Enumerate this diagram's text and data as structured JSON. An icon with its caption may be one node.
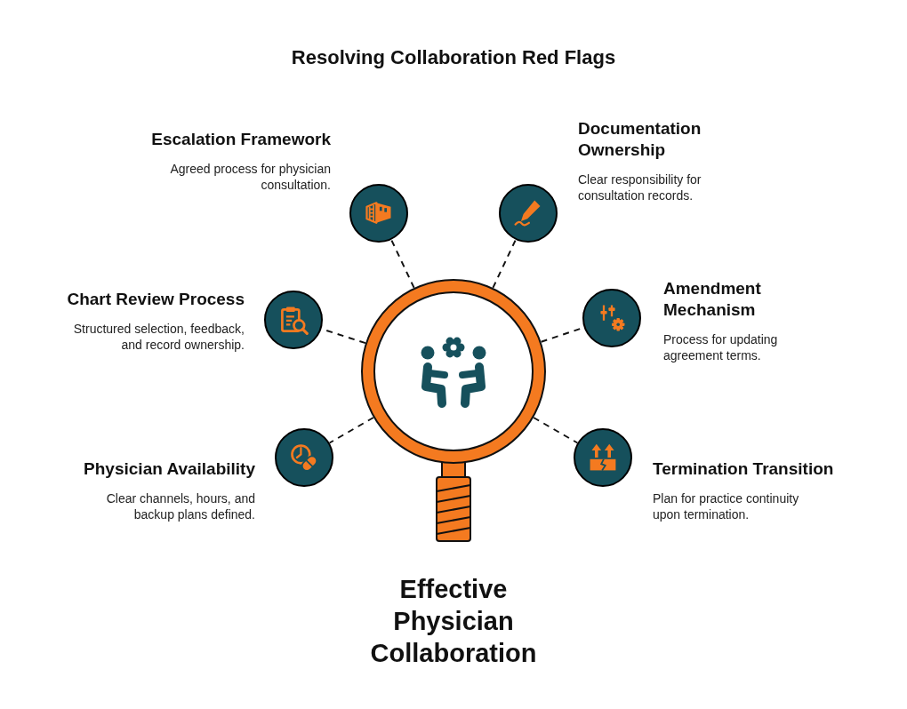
{
  "diagram": {
    "title": "Resolving Collaboration Red Flags",
    "nodes": [
      {
        "text": [],
        "shape": "circle"
      },
      {
        "text": [],
        "shape": "circle",
        "beside": [
          "Escalation Framework",
          "Agreed process for physician consultation."
        ]
      },
      {
        "text": [],
        "shape": "circle",
        "beside": [
          "Documentation Ownership",
          "Clear responsibility for consultation records."
        ]
      },
      {
        "text": [],
        "shape": "circle",
        "beside": [
          "Chart Review Process",
          "Structured selection, feedback, and record ownership."
        ]
      },
      {
        "text": [],
        "shape": "circle",
        "beside": [
          "Amendment Mechanism",
          "Process for updating agreement terms."
        ]
      },
      {
        "text": [],
        "shape": "circle",
        "beside": [
          "Physician Availability",
          "Clear channels, hours, and backup plans defined."
        ]
      },
      {
        "text": [],
        "shape": "circle",
        "beside": [
          "Termination Transition",
          "Plan for practice continuity upon termination."
        ]
      }
    ],
    "edges": [
      {
        "from": 0,
        "to": 1,
        "arrow": "none",
        "style": "dashed"
      },
      {
        "from": 0,
        "to": 2,
        "arrow": "none",
        "style": "dashed"
      },
      {
        "from": 0,
        "to": 3,
        "arrow": "none",
        "style": "dashed"
      },
      {
        "from": 0,
        "to": 4,
        "arrow": "none",
        "style": "dashed"
      },
      {
        "from": 0,
        "to": 5,
        "arrow": "none",
        "style": "dashed"
      },
      {
        "from": 0,
        "to": 6,
        "arrow": "none",
        "style": "dashed"
      }
    ],
    "labels": [
      "Effective Physician Collaboration"
    ]
  }
}
